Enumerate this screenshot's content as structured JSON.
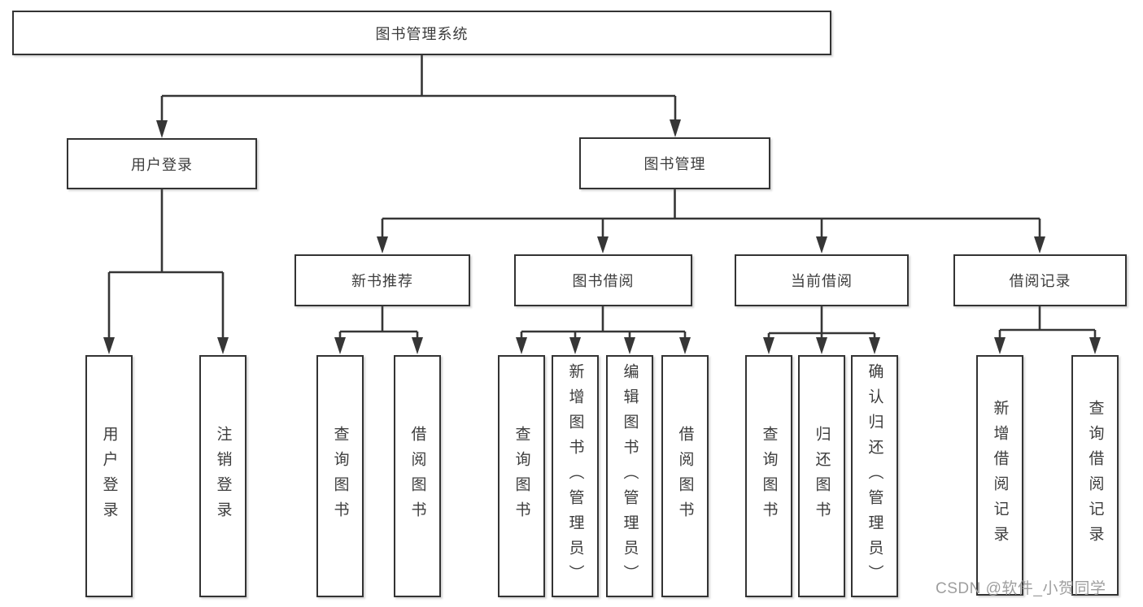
{
  "colors": {
    "line": "#363636",
    "box_border": "#333333",
    "text": "#3c3c3c",
    "watermark": "#9e9e9e",
    "background": "#ffffff"
  },
  "watermark": {
    "text": "CSDN @软件_小贺同学"
  },
  "chart_type": "hierarchy-diagram",
  "nodes": {
    "root": {
      "label": "图书管理系统"
    },
    "user_login": {
      "label": "用户登录"
    },
    "book_management": {
      "label": "图书管理"
    },
    "new_book_recommend": {
      "label": "新书推荐"
    },
    "book_borrowing": {
      "label": "图书借阅"
    },
    "current_borrowing": {
      "label": "当前借阅"
    },
    "borrowing_records": {
      "label": "借阅记录"
    },
    "leaves": {
      "user_login": {
        "label": "用户登录"
      },
      "logout": {
        "label": "注销登录"
      },
      "recommend_query_books": {
        "label": "查询图书"
      },
      "recommend_borrow_books": {
        "label": "借阅图书"
      },
      "borrowing_query_books": {
        "label": "查询图书"
      },
      "borrowing_add_books": {
        "label": "新增图书（管理员）"
      },
      "borrowing_edit_books": {
        "label": "编辑图书（管理员）"
      },
      "borrowing_borrow_books": {
        "label": "借阅图书"
      },
      "current_query_books": {
        "label": "查询图书"
      },
      "current_return_books": {
        "label": "归还图书"
      },
      "current_confirm_return": {
        "label": "确认归还（管理员）"
      },
      "records_add_record": {
        "label": "新增借阅记录"
      },
      "records_query_record": {
        "label": "查询借阅记录"
      }
    }
  },
  "hierarchy": {
    "图书管理系统": {
      "用户登录": [
        "用户登录",
        "注销登录"
      ],
      "图书管理": {
        "新书推荐": [
          "查询图书",
          "借阅图书"
        ],
        "图书借阅": [
          "查询图书",
          "新增图书（管理员）",
          "编辑图书（管理员）",
          "借阅图书"
        ],
        "当前借阅": [
          "查询图书",
          "归还图书",
          "确认归还（管理员）"
        ],
        "借阅记录": [
          "新增借阅记录",
          "查询借阅记录"
        ]
      }
    }
  }
}
